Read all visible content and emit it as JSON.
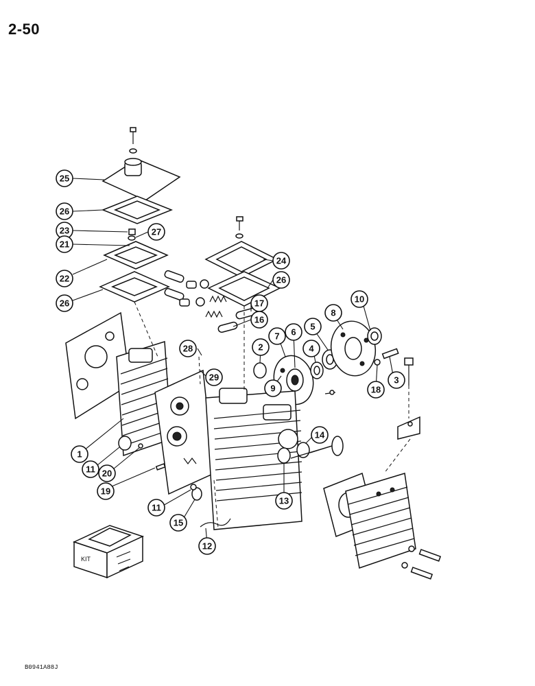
{
  "page": {
    "number": "2-50",
    "ref_code": "B0941A88J"
  },
  "kit_label": "KIT",
  "callouts": [
    "25",
    "26",
    "23",
    "27",
    "21",
    "22",
    "26",
    "24",
    "26",
    "17",
    "16",
    "10",
    "8",
    "5",
    "7",
    "6",
    "4",
    "2",
    "28",
    "29",
    "9",
    "3",
    "18",
    "1",
    "11",
    "20",
    "19",
    "11",
    "15",
    "12",
    "13",
    "14"
  ]
}
